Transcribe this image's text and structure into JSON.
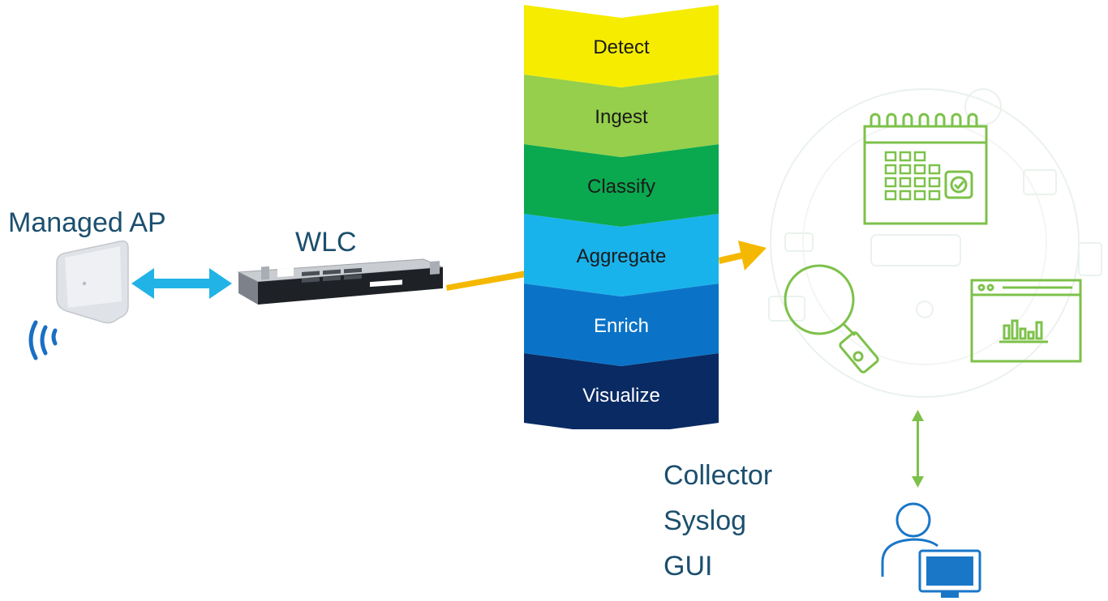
{
  "labels": {
    "managed_ap": "Managed AP",
    "wlc": "WLC",
    "collector_lines": [
      "Collector",
      "Syslog",
      "GUI"
    ]
  },
  "pipeline": {
    "stages": [
      {
        "label": "Detect",
        "fill": "#f5ec00",
        "text_color": "#1a1a1a"
      },
      {
        "label": "Ingest",
        "fill": "#95cf4b",
        "text_color": "#1a1a1a"
      },
      {
        "label": "Classify",
        "fill": "#0aa84f",
        "text_color": "#1a1a1a"
      },
      {
        "label": "Aggregate",
        "fill": "#19b3ec",
        "text_color": "#1a1a1a"
      },
      {
        "label": "Enrich",
        "fill": "#0a73c7",
        "text_color": "#ffffff"
      },
      {
        "label": "Visualize",
        "fill": "#0a2a63",
        "text_color": "#ffffff"
      }
    ]
  },
  "colors": {
    "link_ap_wlc": "#21b3e6",
    "flow_arrow": "#f5b800",
    "dashboard_green": "#7dc14a",
    "user_blue": "#1a77c8",
    "text_blue": "#1b4f6e"
  }
}
